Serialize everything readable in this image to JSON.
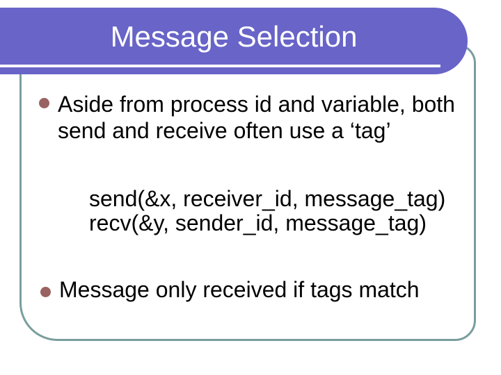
{
  "slide": {
    "title": "Message Selection",
    "bullet1_lines": [
      "Aside from process id and variable, both",
      "send and receive often use a ‘tag’"
    ],
    "code_lines": [
      "send(&x, receiver_id, message_tag)",
      "recv(&y, sender_id, message_tag)"
    ],
    "bullet2": "Message only received if tags match",
    "colors": {
      "banner_purple": "#6864c8",
      "panel_border_teal": "#789e9d",
      "bullet_mauve": "#996362",
      "title_text": "#ffffff",
      "body_text": "#000000",
      "background": "#ffffff"
    }
  }
}
